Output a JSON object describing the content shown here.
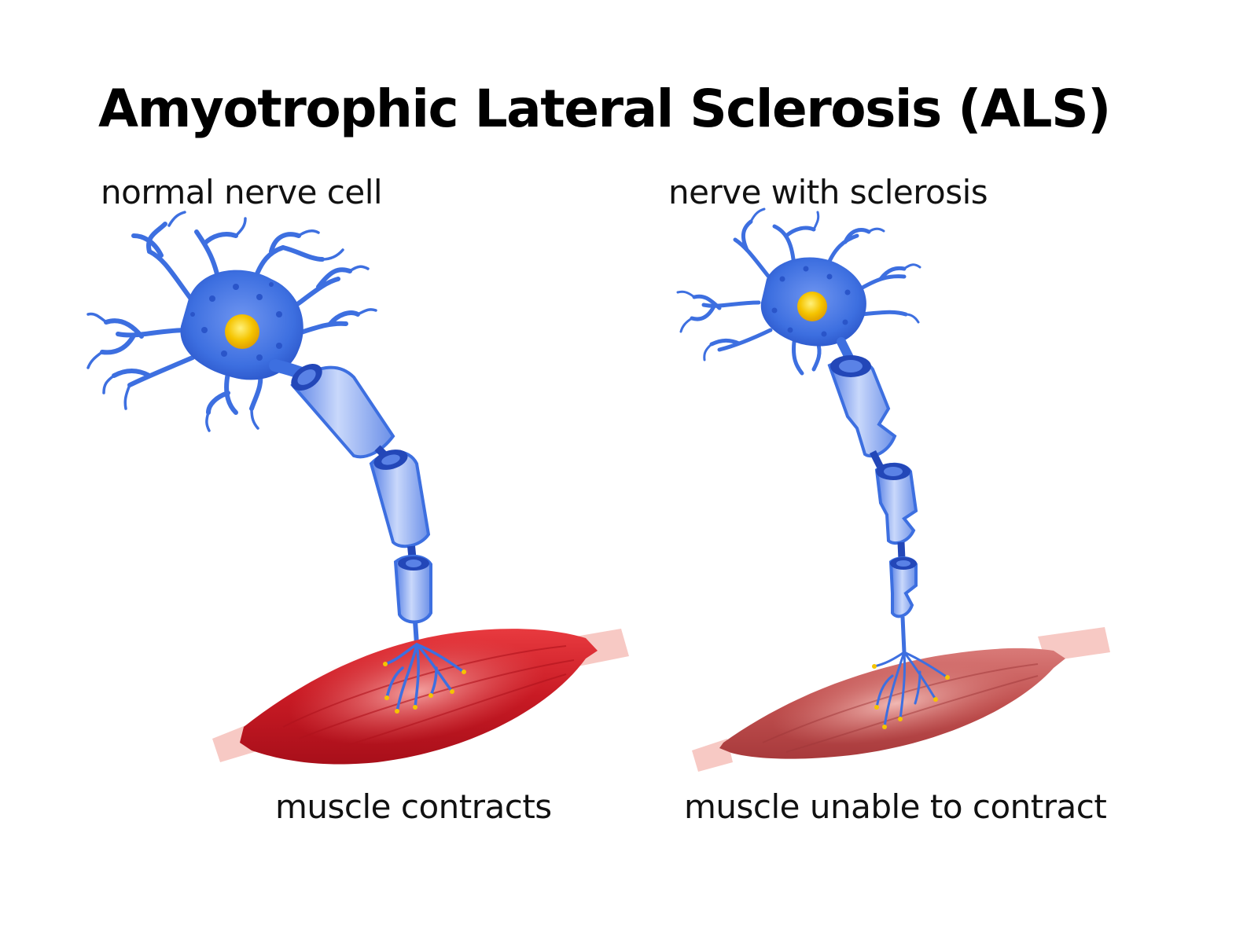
{
  "title": "Amyotrophic Lateral Sclerosis (ALS)",
  "panels": {
    "normal": {
      "heading": "normal nerve cell",
      "caption": "muscle contracts"
    },
    "sclerosis": {
      "heading": "nerve with sclerosis",
      "caption": "muscle unable to contract"
    }
  },
  "colors": {
    "neuron": "#3d6fe0",
    "neuron_dark": "#2347b8",
    "nucleus": "#f5c400",
    "myelin": "#8fb0ee",
    "muscle_healthy": "#d21f2a",
    "muscle_weak": "#c14a4c",
    "tendon": "#f7c9c4"
  },
  "icons": {
    "normal_neuron": "neuron-icon",
    "sclerosis_neuron": "damaged-neuron-icon",
    "healthy_muscle": "muscle-icon",
    "weak_muscle": "atrophied-muscle-icon"
  }
}
